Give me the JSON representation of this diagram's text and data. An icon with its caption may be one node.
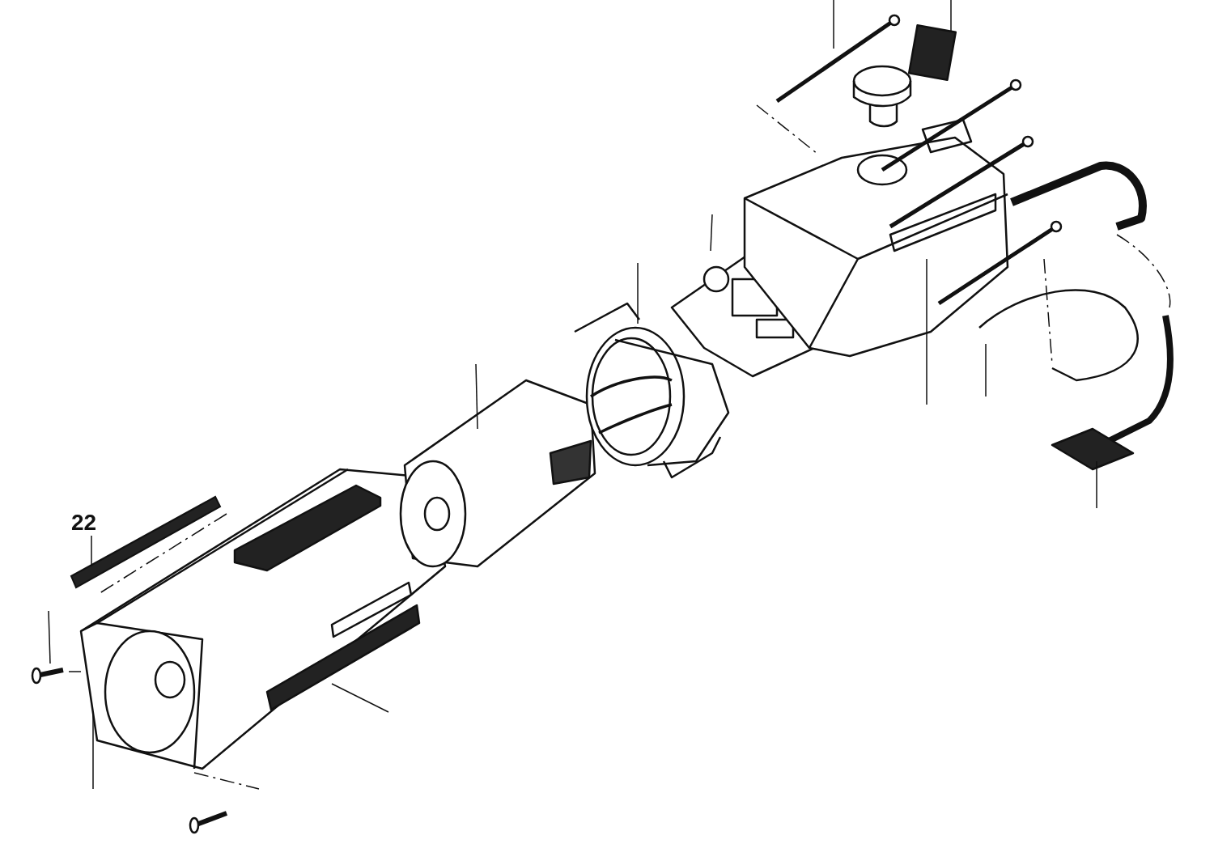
{
  "diagram": {
    "nodes": [
      {
        "text": [
          "22"
        ]
      },
      {
        "text": [],
        "shape": "picture"
      }
    ],
    "edges": [
      {
        "from": 0,
        "to": 1,
        "arrow": "none"
      }
    ]
  }
}
